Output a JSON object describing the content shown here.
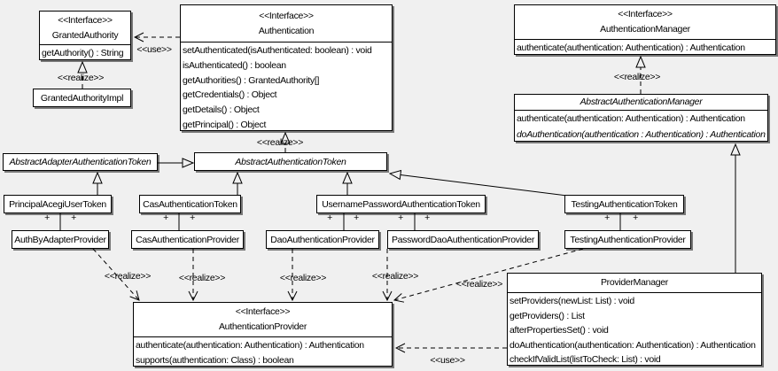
{
  "diagram": {
    "bg_color": "#f0f0f0",
    "box_color": "#ffffff",
    "line_color": "#000000",
    "labels": {
      "use": "<<use>>",
      "realize": "<<realize>>",
      "plus": "+"
    },
    "nodes": {
      "granted_authority": {
        "stereotype": "<<Interface>>",
        "name": "GrantedAuthority",
        "methods": [
          "getAuthority() : String"
        ]
      },
      "granted_authority_impl": {
        "name": "GrantedAuthorityImpl"
      },
      "authentication": {
        "stereotype": "<<Interface>>",
        "name": "Authentication",
        "methods": [
          "setAuthenticated(isAuthenticated: boolean) : void",
          "isAuthenticated() : boolean",
          "getAuthorities() : GrantedAuthority[]",
          "getCredentials() : Object",
          "getDetails() : Object",
          "getPrincipal() : Object"
        ]
      },
      "authentication_manager": {
        "stereotype": "<<Interface>>",
        "name": "AuthenticationManager",
        "methods": [
          "authenticate(authentication: Authentication) : Authentication"
        ]
      },
      "abstract_authentication_manager": {
        "name": "AbstractAuthenticationManager",
        "abstract": true,
        "methods": [
          "authenticate(authentication: Authentication) : Authentication",
          "doAuthentication(authentication : Authentication) : Authentication"
        ]
      },
      "abstract_adapter_authentication_token": {
        "name": "AbstractAdapterAuthenticationToken",
        "abstract": true
      },
      "abstract_authentication_token": {
        "name": "AbstractAuthenticationToken",
        "abstract": true
      },
      "principal_acegi_user_token": {
        "name": "PrincipalAcegiUserToken"
      },
      "cas_authentication_token": {
        "name": "CasAuthenticationToken"
      },
      "username_password_authentication_token": {
        "name": "UsernamePasswordAuthenticationToken"
      },
      "testing_authentication_token": {
        "name": "TestingAuthenticationToken"
      },
      "auth_by_adapter_provider": {
        "name": "AuthByAdapterProvider"
      },
      "cas_authentication_provider": {
        "name": "CasAuthenticationProvider"
      },
      "dao_authentication_provider": {
        "name": "DaoAuthenticationProvider"
      },
      "password_dao_authentication_provider": {
        "name": "PasswordDaoAuthenticationProvider"
      },
      "testing_authentication_provider": {
        "name": "TestingAuthenticationProvider"
      },
      "authentication_provider": {
        "stereotype": "<<Interface>>",
        "name": "AuthenticationProvider",
        "methods": [
          "authenticate(authentication: Authentication) : Authentication",
          "supports(authentication: Class) : boolean"
        ]
      },
      "provider_manager": {
        "name": "ProviderManager",
        "methods": [
          "setProviders(newList: List) : void",
          "getProviders() : List",
          "afterPropertiesSet() : void",
          "doAuthentication(authentication: Authentication) : Authentication",
          "checkIfValidList(listToCheck: List) : void"
        ]
      }
    }
  }
}
